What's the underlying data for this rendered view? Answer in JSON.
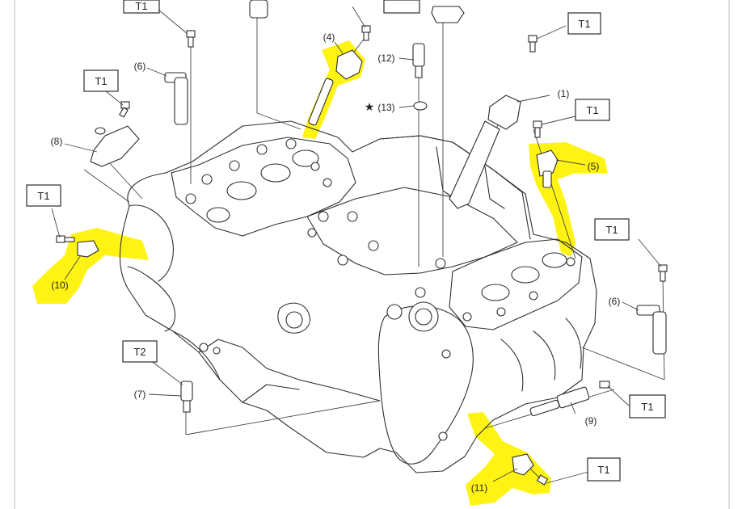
{
  "torque_labels": {
    "t1_label": "T1",
    "t2_label": "T2"
  },
  "callouts": {
    "c1": "(1)",
    "c4": "(4)",
    "c5": "(5)",
    "c6a": "(6)",
    "c6b": "(6)",
    "c7": "(7)",
    "c8": "(8)",
    "c9": "(9)",
    "c10": "(10)",
    "c11": "(11)",
    "c12": "(12)",
    "c13": "(13)"
  },
  "star_symbol": "★",
  "colors": {
    "highlight": "#fff200",
    "line": "#2f2f2f",
    "background": "#ffffff"
  }
}
